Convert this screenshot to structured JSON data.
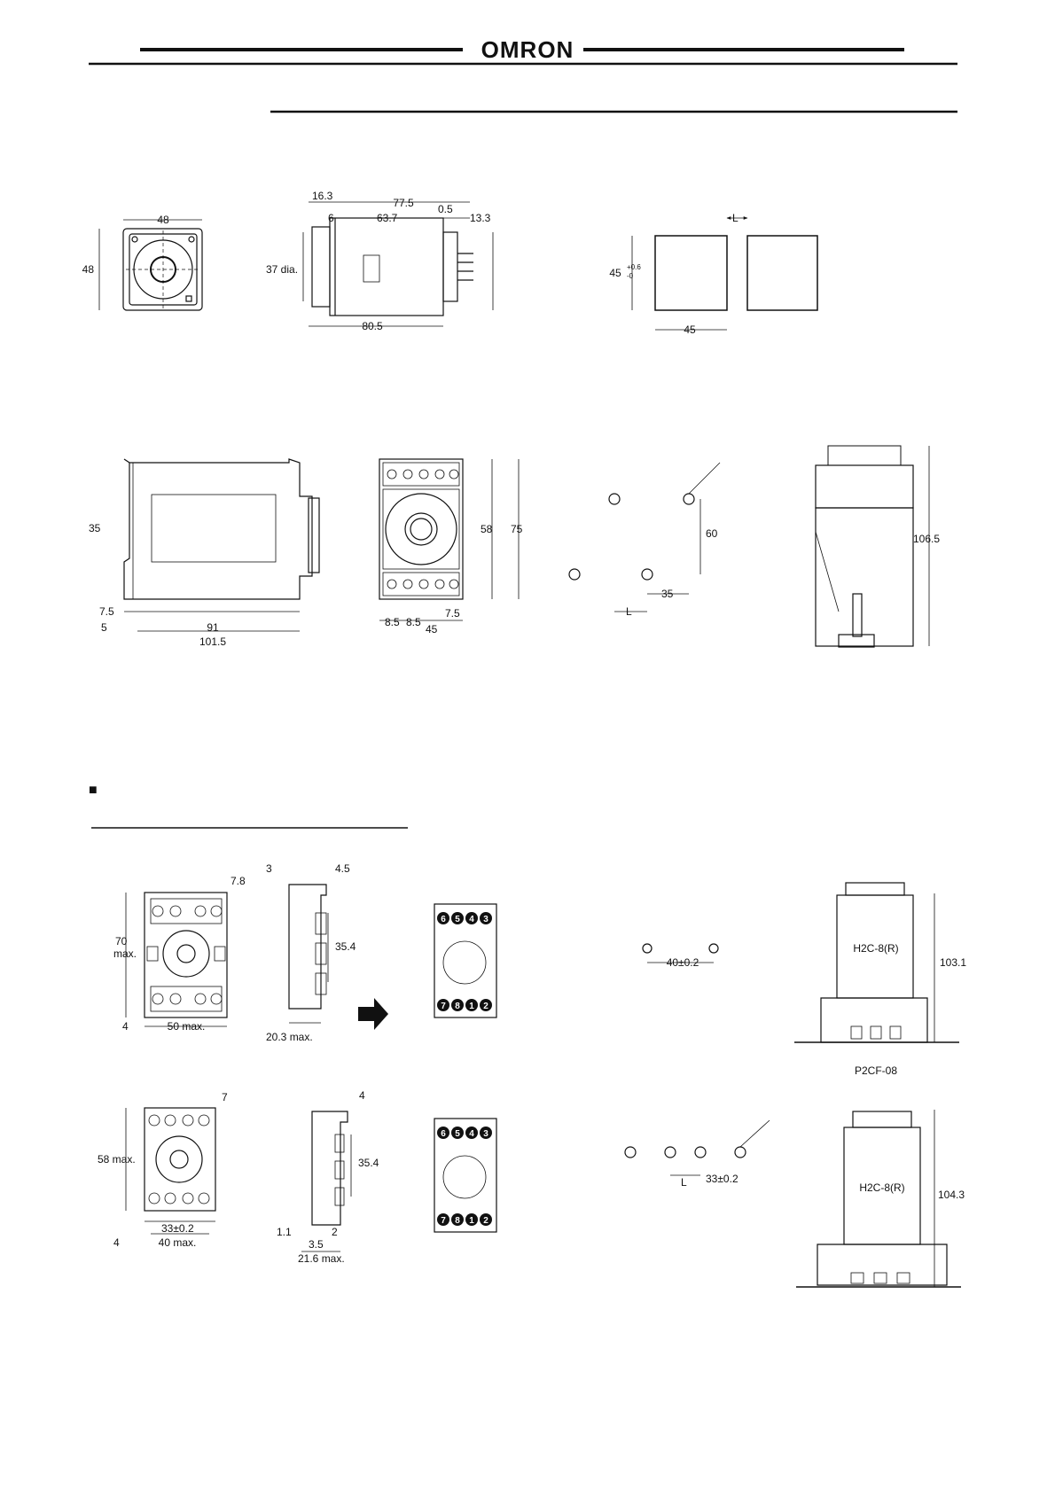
{
  "header": {
    "brand": "OMRON"
  },
  "row1": {
    "front": {
      "w": "48",
      "h": "48"
    },
    "side": {
      "d1": "16.3",
      "d2": "77.5",
      "d3": "0.5",
      "d4": "6",
      "d5": "63.7",
      "d6": "13.3",
      "d7": "37 dia.",
      "d8": "80.5"
    },
    "cutout": {
      "gap": "L",
      "size": "45",
      "tol_plus": "+0.6",
      "tol_minus": "-0"
    }
  },
  "row2": {
    "side": {
      "d35": "35",
      "d75a": "7.5",
      "d5": "5",
      "d91": "91",
      "d1015": "101.5"
    },
    "front": {
      "d58": "58",
      "d75": "75",
      "d85a": "8.5",
      "d85b": "8.5",
      "d75b": "7.5",
      "d45": "45"
    },
    "holes": {
      "d60": "60",
      "d35": "35",
      "gap": "L"
    },
    "mounted": {
      "height": "106.5"
    }
  },
  "section": {
    "marker": "■"
  },
  "socket1": {
    "front": {
      "d78": "7.8",
      "d70": "70",
      "max1": "max.",
      "d4": "4",
      "w": "50 max."
    },
    "side": {
      "d3": "3",
      "d45": "4.5",
      "d354": "35.4",
      "d203": "20.3 max."
    },
    "pins": [
      "6",
      "5",
      "4",
      "3",
      "7",
      "8",
      "1",
      "2"
    ],
    "holes": {
      "pitch": "40±0.2"
    },
    "mounted": {
      "model": "H2C-8(R)",
      "height": "103.1",
      "socket": "P2CF-08"
    }
  },
  "socket2": {
    "front": {
      "d7": "7",
      "d58": "58 max.",
      "d33": "33±0.2",
      "d4": "4",
      "w": "40 max."
    },
    "side": {
      "d4": "4",
      "d354": "35.4",
      "d11": "1.1",
      "d2": "2",
      "d35": "3.5",
      "d216": "21.6 max."
    },
    "pins": [
      "6",
      "5",
      "4",
      "3",
      "7",
      "8",
      "1",
      "2"
    ],
    "holes": {
      "gap": "L",
      "pitch": "33±0.2"
    },
    "mounted": {
      "model": "H2C-8(R)",
      "height": "104.3"
    }
  }
}
